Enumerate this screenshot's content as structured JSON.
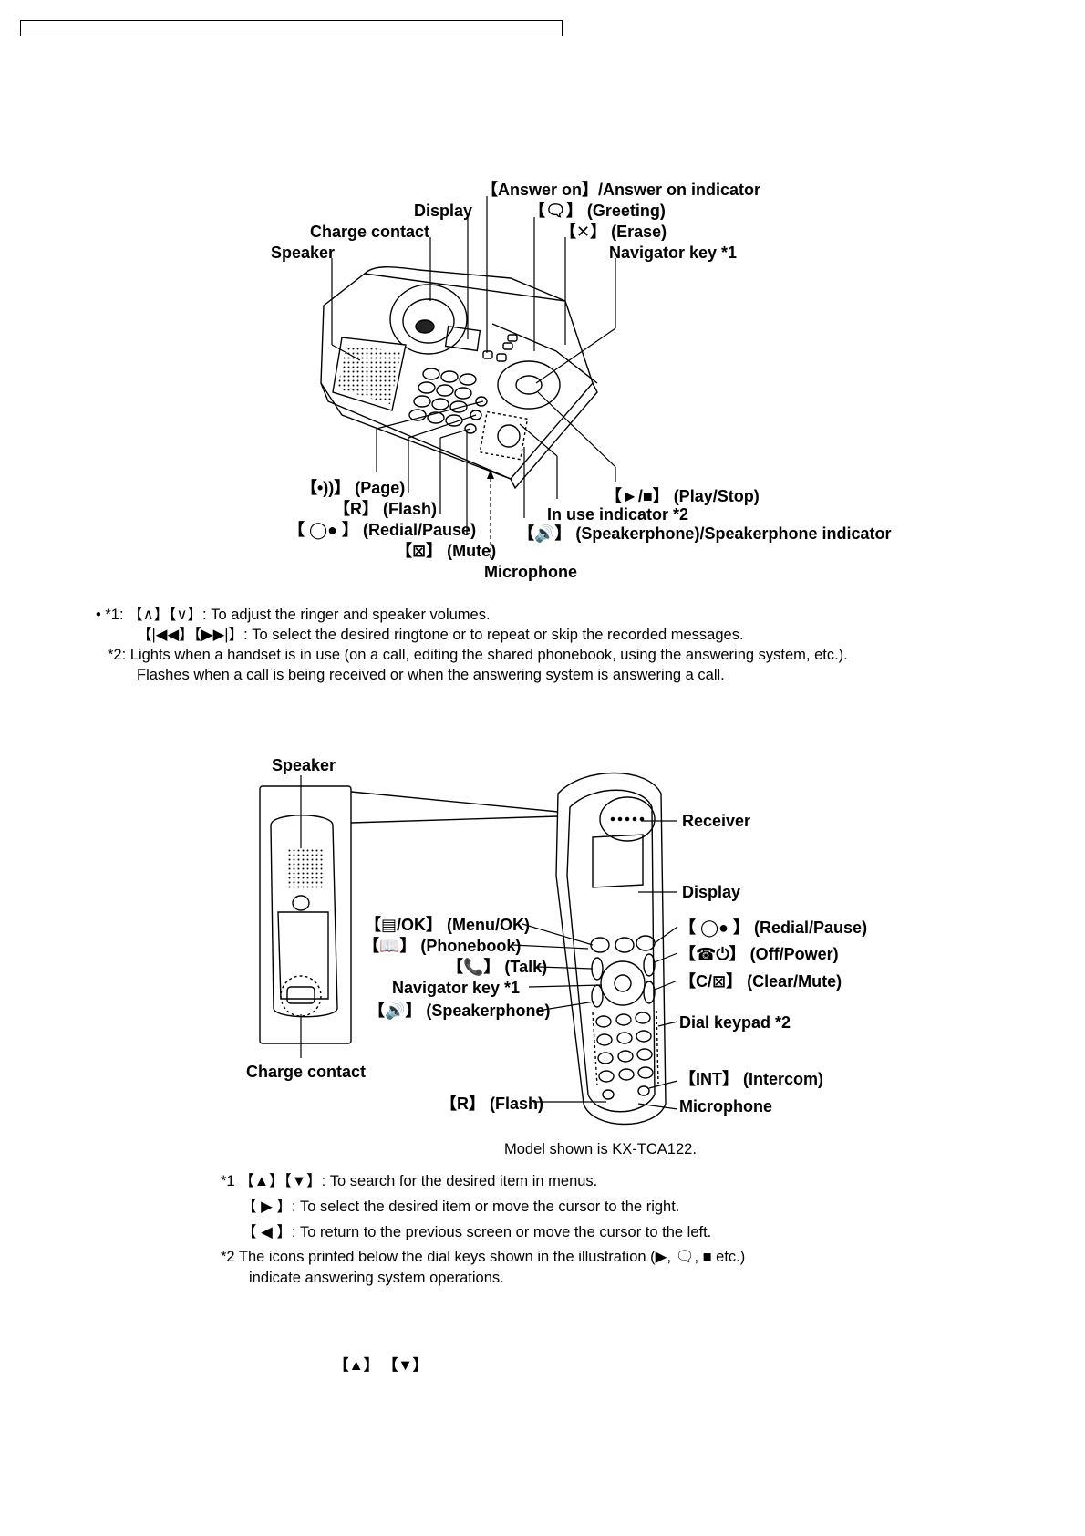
{
  "base_unit": {
    "labels": {
      "answer_on": "【Answer on】/Answer on indicator",
      "display": "Display",
      "greeting": "【🗨】 (Greeting)",
      "erase": "【✕】 (Erase)",
      "charge_contact": "Charge contact",
      "speaker": "Speaker",
      "navigator_key": "Navigator key *1",
      "page": "【•))】 (Page)",
      "flash": "【R】 (Flash)",
      "redial_pause": "【 ◯● 】 (Redial/Pause)",
      "mute": "【⊠】 (Mute)",
      "microphone": "Microphone",
      "play_stop": "【►/■】 (Play/Stop)",
      "in_use_indicator": "In use indicator *2",
      "speakerphone": "【🔊】 (Speakerphone)/Speakerphone indicator"
    },
    "notes": [
      {
        "mark": "• *1:",
        "text": "【∧】【∨】: To adjust the ringer and speaker volumes."
      },
      {
        "mark": "",
        "text": "【|◀◀】【▶▶|】: To select the desired ringtone or to repeat or skip the recorded messages."
      },
      {
        "mark": "*2:",
        "text": "Lights when a handset is in use (on a call, editing the shared phonebook, using the answering system, etc.)."
      },
      {
        "mark": "",
        "text": "Flashes when a call is being received or when the answering system is answering a call."
      }
    ]
  },
  "handset": {
    "labels": {
      "speaker": "Speaker",
      "charge_contact": "Charge contact",
      "receiver": "Receiver",
      "display": "Display",
      "menu_ok": "【▤/OK】 (Menu/OK)",
      "phonebook": "【📖】 (Phonebook)",
      "talk": "【📞】 (Talk)",
      "navigator_key": "Navigator key *1",
      "speakerphone": "【🔊】 (Speakerphone)",
      "flash": "【R】 (Flash)",
      "redial_pause": "【 ◯● 】 (Redial/Pause)",
      "off_power": "【☎⏻】 (Off/Power)",
      "clear_mute": "【C/⊠】 (Clear/Mute)",
      "dial_keypad": "Dial keypad *2",
      "intercom": "【INT】 (Intercom)",
      "microphone": "Microphone"
    },
    "caption": "Model shown is KX-TCA122.",
    "notes": [
      {
        "mark": "*1",
        "text": "【▲】【▼】: To search for the desired item in menus."
      },
      {
        "mark": "",
        "text": "【 ▶ 】: To select the desired item or move the cursor to the right."
      },
      {
        "mark": "",
        "text": "【 ◀ 】: To return to the previous screen or move the cursor to the left."
      },
      {
        "mark": "*2",
        "text": "The icons printed below the dial keys shown in the illustration (▶, 🗨, ■ etc.)"
      },
      {
        "mark": "",
        "text": "indicate answering system operations."
      }
    ]
  },
  "footer_keys": "【▲】  【▼】"
}
